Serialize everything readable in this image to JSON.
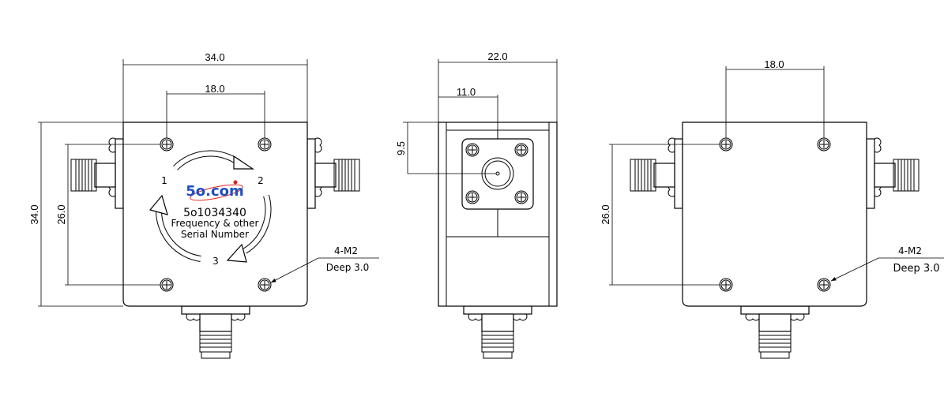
{
  "left_view": {
    "width_dim": "34.0",
    "hole_spacing_dim": "18.0",
    "height_dim": "34.0",
    "hole_vertical_dim": "26.0",
    "port_1": "1",
    "port_2": "2",
    "port_3": "3",
    "logo_text": "5o.com",
    "model_number": "5o1034340",
    "label_line_1": "Frequency & other",
    "label_line_2": "Serial Number",
    "thread_note": "4-M2",
    "depth_note": "Deep 3.0"
  },
  "side_view": {
    "depth_dim": "22.0",
    "half_depth_dim": "11.0",
    "connector_height_dim": "9.5"
  },
  "right_view": {
    "hole_spacing_dim": "18.0",
    "hole_vertical_dim": "26.0",
    "thread_note": "4-M2",
    "depth_note": "Deep 3.0"
  },
  "colors": {
    "logo_blue": "#1f4fc4",
    "logo_red": "#e02020",
    "line": "#000000"
  }
}
